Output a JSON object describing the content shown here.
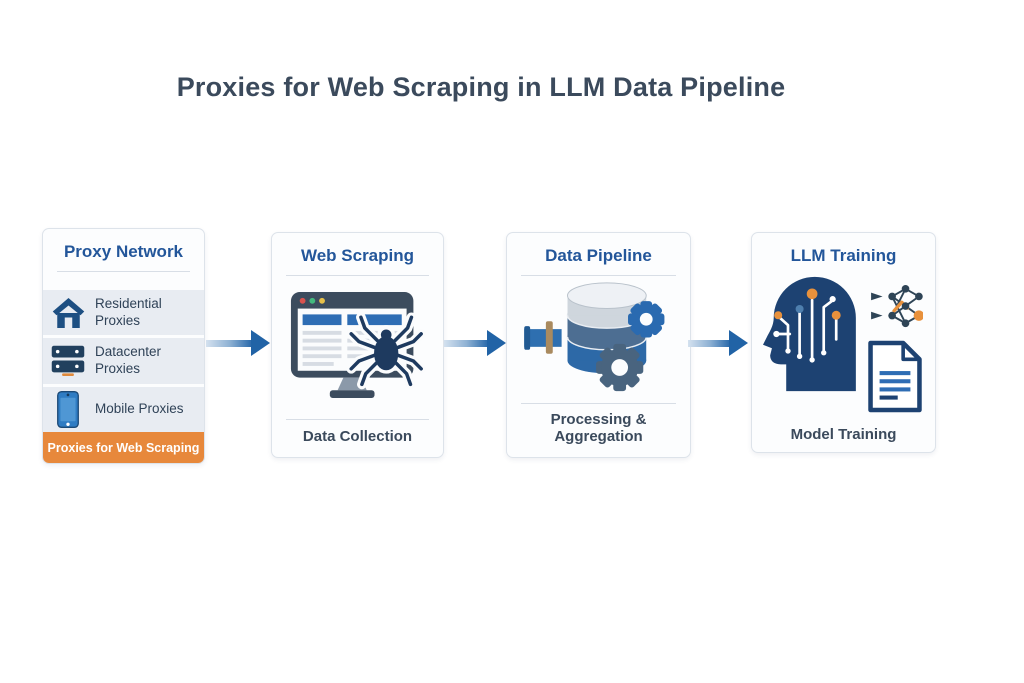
{
  "title": "Proxies for Web Scraping in LLM Data Pipeline",
  "colors": {
    "title_text": "#3b4a5c",
    "heading_blue": "#23569a",
    "accent_orange": "#e7883b",
    "arrow_blue": "#2163a6",
    "row_background": "#e8ecf2",
    "icon_navy": "#1d4272"
  },
  "stages": [
    {
      "title": "Proxy Network",
      "items": [
        {
          "icon": "house-icon",
          "label": "Residential Proxies"
        },
        {
          "icon": "datacenter-icon",
          "label": "Datacenter Proxies"
        },
        {
          "icon": "mobile-icon",
          "label": "Mobile Proxies"
        }
      ],
      "banner": "Proxies for Web Scraping"
    },
    {
      "title": "Web Scraping",
      "icon": "monitor-spider-icon",
      "caption": "Data Collection"
    },
    {
      "title": "Data Pipeline",
      "icon": "database-gears-icon",
      "caption": "Processing & Aggregation"
    },
    {
      "title": "LLM Training",
      "icon": "brain-circuit-icon",
      "caption": "Model Training"
    }
  ]
}
